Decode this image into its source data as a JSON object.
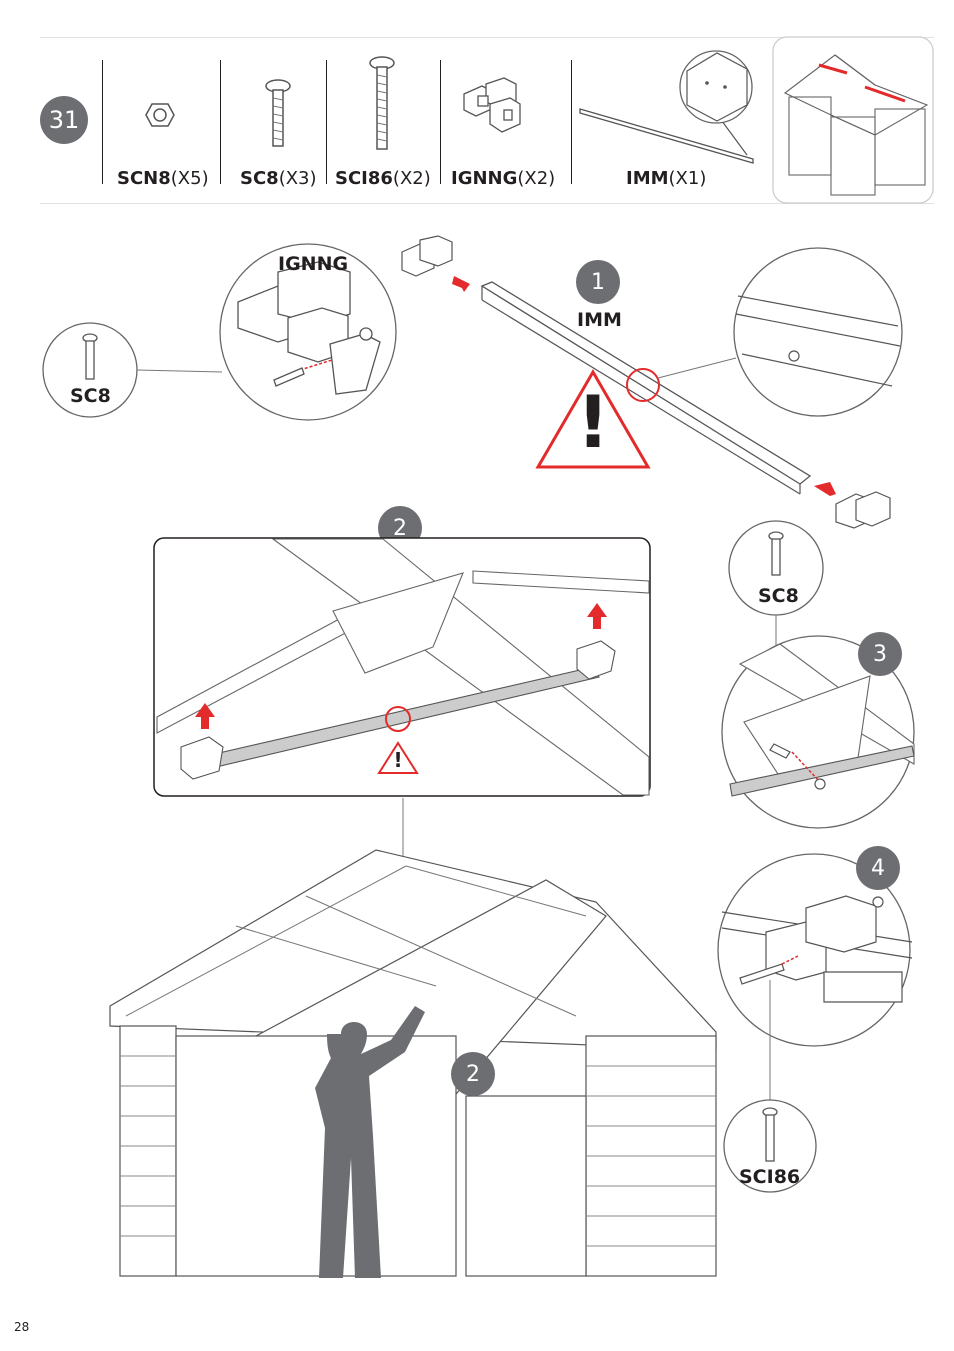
{
  "step_number": "31",
  "parts": [
    {
      "code": "SCN8",
      "qty": "(X5)"
    },
    {
      "code": "SC8",
      "qty": "(X3)"
    },
    {
      "code": "SCI86",
      "qty": "(X2)"
    },
    {
      "code": "IGNNG",
      "qty": "(X2)"
    },
    {
      "code": "IMM",
      "qty": "(X1)"
    }
  ],
  "substeps": [
    "1",
    "2",
    "3",
    "4",
    "2"
  ],
  "callouts": {
    "ignng": "IGNNG",
    "sc8_a": "SC8",
    "imm": "IMM",
    "sc8_b": "SC8",
    "sci86": "SCI86"
  },
  "warning_symbol": "!",
  "page_number": "28",
  "colors": {
    "accent_red": "#e32b2b",
    "step_gray": "#6d6e71",
    "line": "#231f20"
  }
}
